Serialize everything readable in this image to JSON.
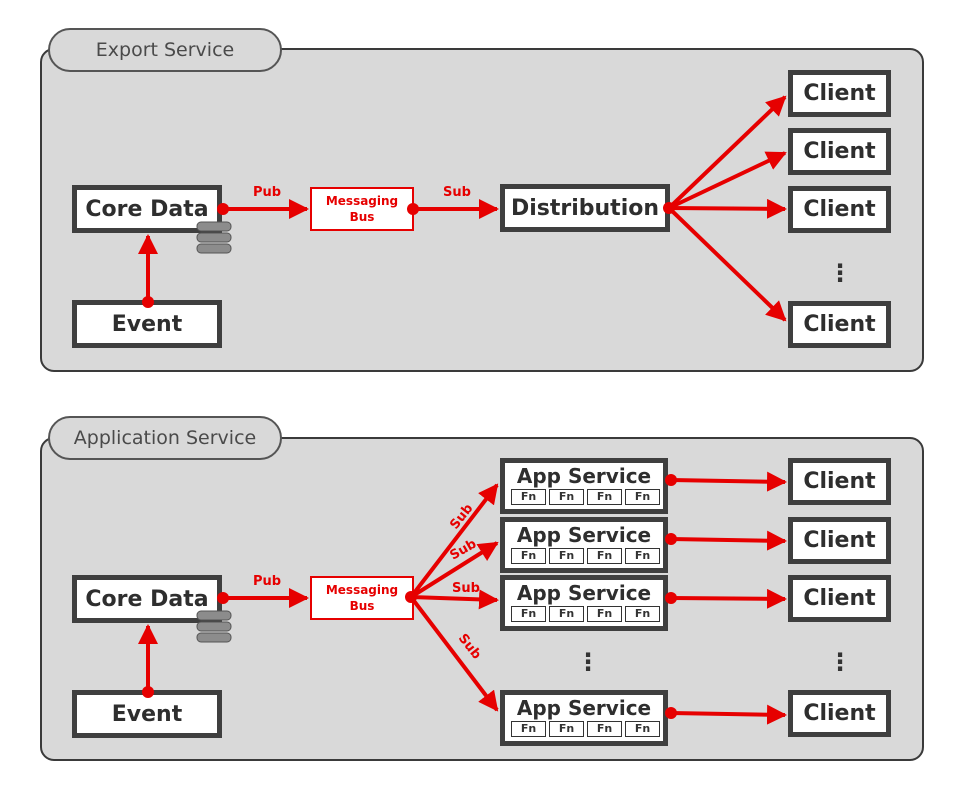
{
  "export": {
    "title": "Export Service",
    "core_data": "Core Data",
    "event": "Event",
    "bus": {
      "line1": "Messaging",
      "line2": "Bus"
    },
    "distribution": "Distribution",
    "pub": "Pub",
    "sub": "Sub",
    "clients": [
      "Client",
      "Client",
      "Client",
      "Client"
    ]
  },
  "application": {
    "title": "Application Service",
    "core_data": "Core Data",
    "event": "Event",
    "bus": {
      "line1": "Messaging",
      "line2": "Bus"
    },
    "pub": "Pub",
    "sub_labels": [
      "Sub",
      "Sub",
      "Sub",
      "Sub"
    ],
    "app_services": [
      {
        "title": "App Service",
        "fns": [
          "Fn",
          "Fn",
          "Fn",
          "Fn"
        ]
      },
      {
        "title": "App Service",
        "fns": [
          "Fn",
          "Fn",
          "Fn",
          "Fn"
        ]
      },
      {
        "title": "App Service",
        "fns": [
          "Fn",
          "Fn",
          "Fn",
          "Fn"
        ]
      },
      {
        "title": "App Service",
        "fns": [
          "Fn",
          "Fn",
          "Fn",
          "Fn"
        ]
      }
    ],
    "clients": [
      "Client",
      "Client",
      "Client",
      "Client"
    ]
  },
  "colors": {
    "accent": "#e60000",
    "panel": "#d9d9d9",
    "border": "#3f3f3f"
  },
  "icons": {
    "database": "database-icon",
    "ellipsis": "vertical-ellipsis-icon"
  }
}
